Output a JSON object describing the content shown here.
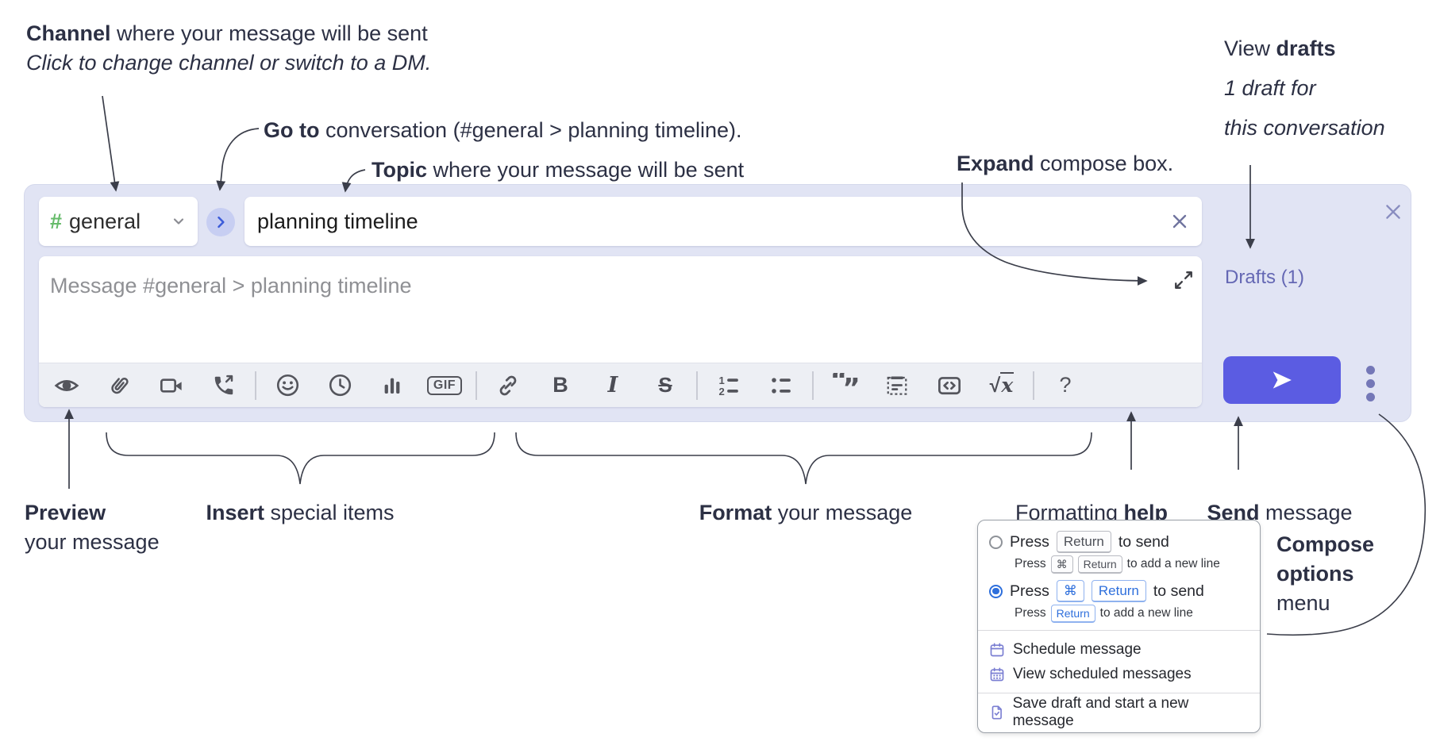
{
  "annotations": {
    "channel": {
      "bold": "Channel",
      "rest": " where your message will be sent",
      "sub": "Click to change channel or switch to a DM."
    },
    "goto": {
      "bold": "Go to",
      "rest": " conversation (#general > planning timeline)."
    },
    "topic": {
      "bold": "Topic",
      "rest": " where your message will be sent"
    },
    "expand": {
      "bold": "Expand",
      "rest": " compose box."
    },
    "view_drafts": {
      "pre": "View ",
      "bold": "drafts",
      "line2": "1 draft for",
      "line3": "this conversation"
    },
    "preview": {
      "bold": "Preview",
      "line2": "your message"
    },
    "insert": {
      "bold": "Insert",
      "rest": " special items"
    },
    "format": {
      "bold": "Format",
      "rest": " your message"
    },
    "formatting_help": {
      "pre": "Formatting ",
      "bold": "help"
    },
    "send": {
      "bold": "Send",
      "rest": " message"
    },
    "compose_options": {
      "line1": "Compose",
      "line2": "options",
      "line3": "menu"
    }
  },
  "compose": {
    "channel_hash": "#",
    "channel_name": "general",
    "topic_value": "planning timeline",
    "message_placeholder": "Message #general > planning timeline",
    "drafts_label": "Drafts (1)"
  },
  "toolbar": {
    "gif": "GIF",
    "bold": "B",
    "italic": "I",
    "strike": "S",
    "code": "<>",
    "sqrt": "√",
    "sqrt_x": "x",
    "help": "?"
  },
  "popup": {
    "option1": {
      "pre": "Press",
      "kbd1": "Return",
      "post": "to send",
      "sub_pre": "Press",
      "sub_kbd1": "⌘",
      "sub_kbd2": "Return",
      "sub_post": "to add a new line"
    },
    "option2": {
      "pre": "Press",
      "kbd1": "⌘",
      "kbd2": "Return",
      "post": "to send",
      "sub_pre": "Press",
      "sub_kbd1": "Return",
      "sub_post": "to add a new line"
    },
    "items": [
      {
        "label": "Schedule message"
      },
      {
        "label": "View scheduled messages"
      },
      {
        "label": "Save draft and start a new message"
      }
    ]
  },
  "colors": {
    "accent_send": "#5b5ce2",
    "drafts_link": "#6568b4",
    "container_bg": "#e1e4f4",
    "hash_green": "#66bb6a",
    "kbd_blue": "#2e6fdc",
    "popup_icon_purple": "#7a7ed2"
  }
}
